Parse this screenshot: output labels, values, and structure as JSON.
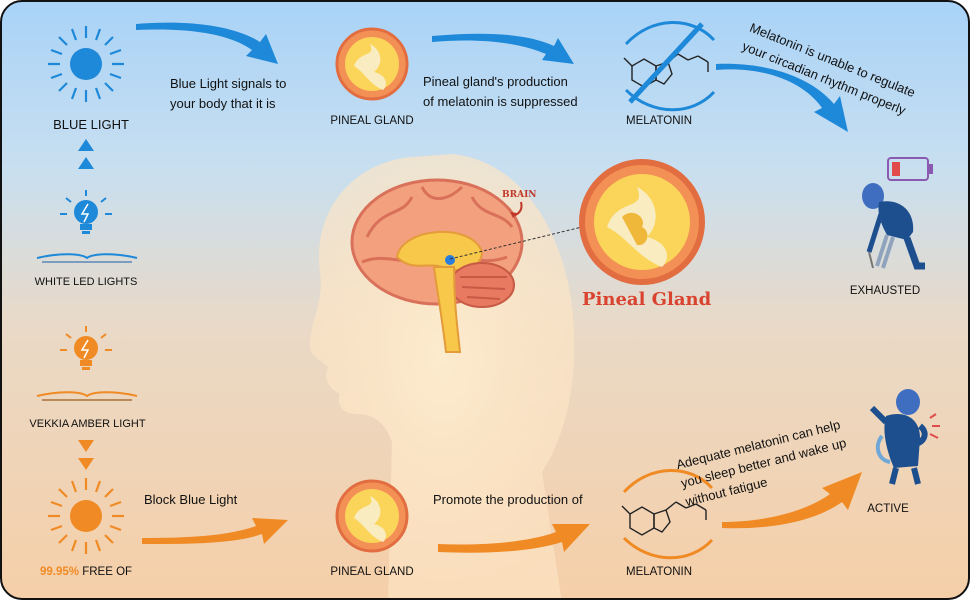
{
  "top_row": {
    "source_label": "BLUE LIGHT",
    "step1_text": "Blue Light signals to\nyour body that it is",
    "gland_label": "PINEAL GLAND",
    "step2_text": "Pineal gland's production\nof melatonin is suppressed",
    "melatonin_label": "MELATONIN",
    "step3_text": "Melatonin is unable to regulate\nyour circadian rhythm properly",
    "result_label": "EXHAUSTED"
  },
  "left_column": {
    "led_label": "WHITE LED LIGHTS",
    "amber_label": "VEKKIA AMBER LIGHT"
  },
  "center": {
    "brain_tag": "BRAIN",
    "pineal_title": "Pineal Gland"
  },
  "bottom_row": {
    "percent": "99.95%",
    "source_label_rest": " FREE OF",
    "step1_text": "Block Blue Light",
    "gland_label": "PINEAL GLAND",
    "step2_text": "Promote the production of",
    "melatonin_label": "MELATONIN",
    "step3_text": "Adequate melatonin can help\nyou sleep better and wake up\nwithout fatigue",
    "result_label": "ACTIVE"
  },
  "colors": {
    "blue": "#1e88d9",
    "orange": "#f08a24",
    "brand_red": "#d9432f",
    "gland_yellow": "#f7c84a"
  }
}
